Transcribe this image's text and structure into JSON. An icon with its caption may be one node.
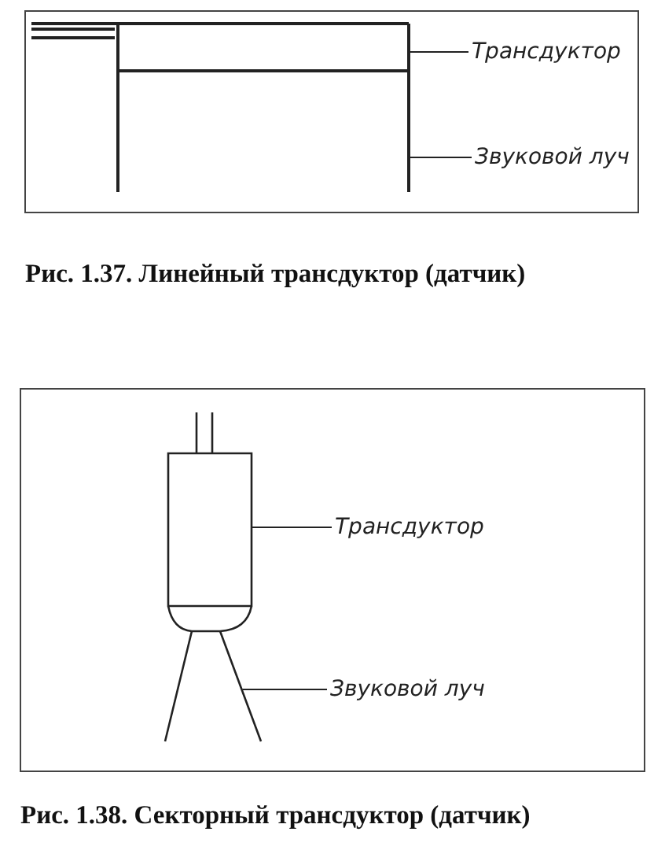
{
  "diagram": {
    "nodes": [
      {
        "text": [
          "Трансдуктор"
        ]
      },
      {
        "text": [],
        "shape": "box"
      },
      {
        "text": [
          "Звуковой луч"
        ]
      },
      {
        "text": [],
        "shape": "box"
      },
      {
        "text": [
          "Трансдуктор"
        ]
      },
      {
        "text": [],
        "shape": "box"
      },
      {
        "text": [
          "Звуковой луч"
        ]
      },
      {
        "text": [],
        "shape": "cone"
      }
    ],
    "edges": [
      {
        "from": 0,
        "to": 1,
        "arrow": "none"
      },
      {
        "from": 2,
        "to": 3,
        "arrow": "none"
      },
      {
        "from": 4,
        "to": 5,
        "arrow": "none"
      },
      {
        "from": 6,
        "to": 7,
        "arrow": "none"
      }
    ],
    "labels": [
      "Рис. 1.37. Линейный трансдуктор (датчик)",
      "Рис. 1.38. Секторный трансдуктор (датчик)"
    ]
  }
}
